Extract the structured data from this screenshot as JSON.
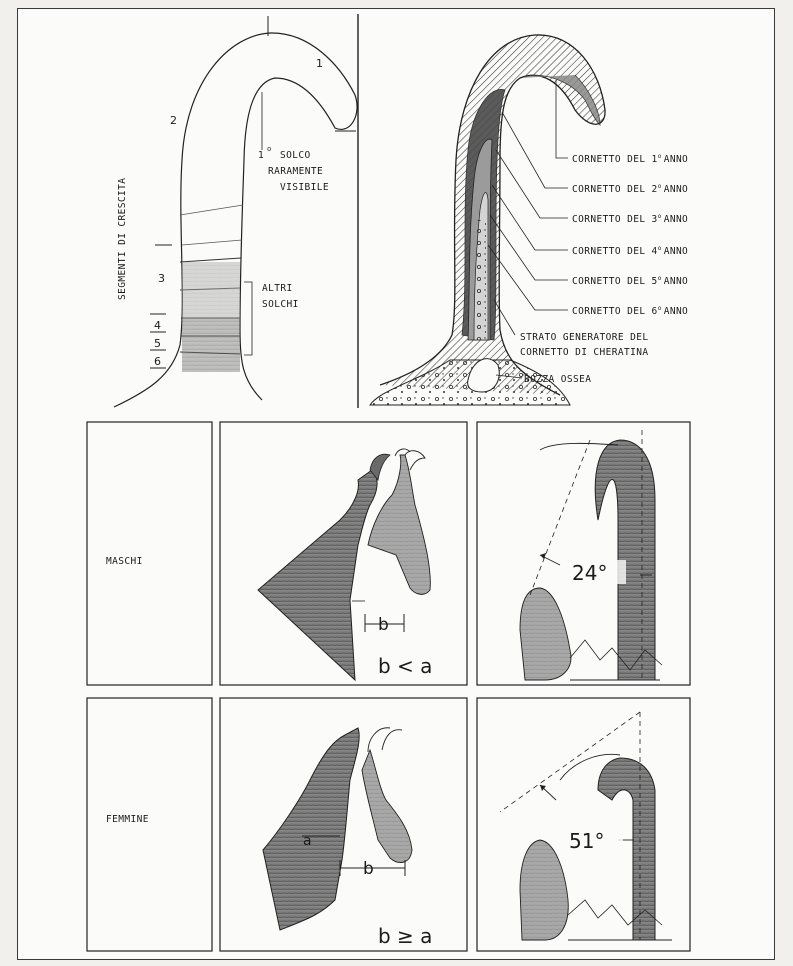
{
  "growth": {
    "axis_label": "SEGMENTI DI CRESCITA",
    "segments": [
      "1",
      "2",
      "3",
      "4",
      "5",
      "6"
    ],
    "first_groove": {
      "line1": "1",
      "sup": "o",
      "line1b": "SOLCO",
      "line2": "RARAMENTE",
      "line3": "VISIBILE"
    },
    "other_grooves": {
      "line1": "ALTRI",
      "line2": "SOLCHI"
    }
  },
  "section": {
    "years": [
      {
        "text": "CORNETTO DEL 1",
        "sup": "o",
        "suffix": "ANNO"
      },
      {
        "text": "CORNETTO DEL 2",
        "sup": "o",
        "suffix": "ANNO"
      },
      {
        "text": "CORNETTO DEL 3",
        "sup": "o",
        "suffix": "ANNO"
      },
      {
        "text": "CORNETTO DEL 4",
        "sup": "o",
        "suffix": "ANNO"
      },
      {
        "text": "CORNETTO DEL 5",
        "sup": "o",
        "suffix": "ANNO"
      },
      {
        "text": "CORNETTO DEL 6",
        "sup": "o",
        "suffix": "ANNO"
      }
    ],
    "generator_line1": "STRATO GENERATORE DEL",
    "generator_line2": "CORNETTO DI CHERATINA",
    "bone": "BOZZA OSSEA"
  },
  "comparison": {
    "males": {
      "label": "MASCHI",
      "measure_b": "b",
      "relation": "b < a",
      "angle": "24°"
    },
    "females": {
      "label": "FEMMINE",
      "measure_a": "a",
      "measure_b": "b",
      "relation": "b ≥ a",
      "angle": "51°"
    }
  },
  "colors": {
    "ink": "#1b1b1b",
    "shade": "#8d8d8d",
    "dark_shade": "#5a5a5a",
    "light_shade": "#bdbdbd",
    "paper": "#fbfbf9"
  }
}
